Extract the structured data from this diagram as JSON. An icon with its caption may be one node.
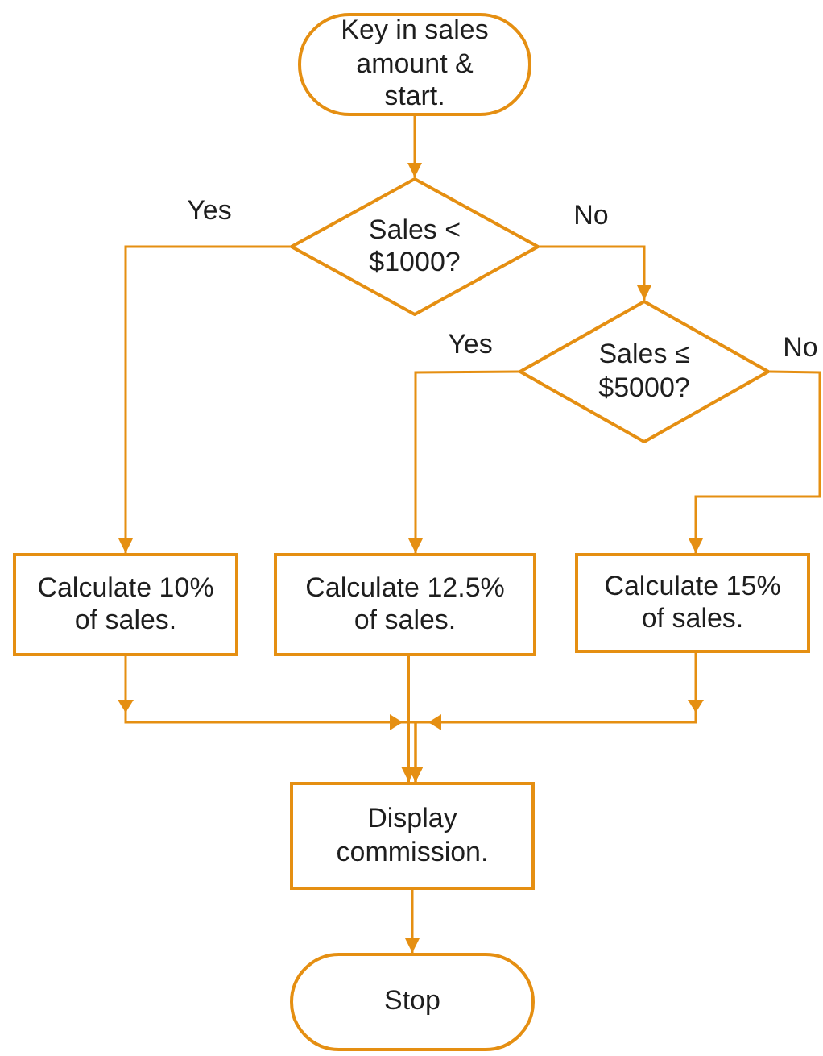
{
  "diagram": {
    "nodes": [
      {
        "text": [
          "Key in sales amount & start."
        ]
      },
      {
        "text": [
          "Sales < $1000?"
        ]
      },
      {
        "text": [
          "Sales ≤ $5000?"
        ]
      },
      {
        "text": [
          "Calculate 10% of sales."
        ]
      },
      {
        "text": [
          "Calculate 12.5% of sales."
        ]
      },
      {
        "text": [
          "Calculate 15% of sales."
        ]
      },
      {
        "text": [
          "Display commission."
        ]
      },
      {
        "text": [
          "Stop"
        ]
      }
    ],
    "edges": [
      {
        "from": 0,
        "to": 1,
        "arrow": "to"
      },
      {
        "from": 1,
        "to": 3,
        "arrow": "to",
        "label": "Yes"
      },
      {
        "from": 1,
        "to": 2,
        "arrow": "to",
        "label": "No"
      },
      {
        "from": 2,
        "to": 4,
        "arrow": "to",
        "label": "Yes"
      },
      {
        "from": 2,
        "to": 5,
        "arrow": "to",
        "label": "No"
      },
      {
        "from": 3,
        "to": 6,
        "arrow": "to"
      },
      {
        "from": 4,
        "to": 6,
        "arrow": "to"
      },
      {
        "from": 5,
        "to": 6,
        "arrow": "to"
      },
      {
        "from": 6,
        "to": 7,
        "arrow": "to"
      }
    ]
  }
}
